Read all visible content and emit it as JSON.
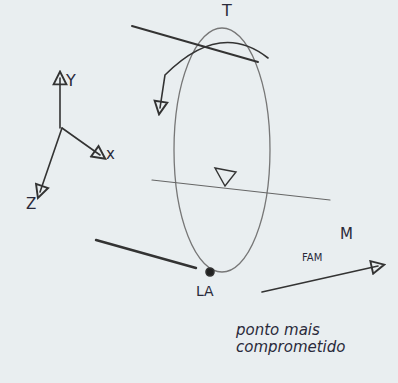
{
  "diagram": {
    "labels": [
      "Y",
      "x",
      "Z",
      "T",
      "M",
      "FAM",
      "LA",
      "ponto mais comprometido"
    ]
  }
}
